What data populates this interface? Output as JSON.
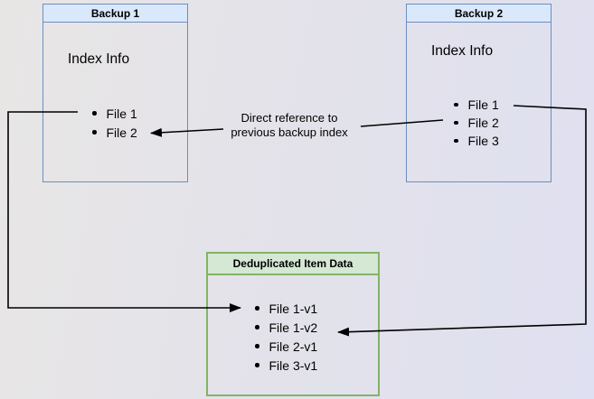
{
  "diagram": {
    "backup1": {
      "title": "Backup 1",
      "subtitle": "Index Info",
      "items": [
        "File 1",
        "File 2"
      ]
    },
    "backup2": {
      "title": "Backup 2",
      "subtitle": "Index Info",
      "items": [
        "File 1",
        "File 2",
        "File 3"
      ]
    },
    "dedup": {
      "title": "Deduplicated Item Data",
      "items": [
        "File 1-v1",
        "File 1-v2",
        "File 2-v1",
        "File 3-v1"
      ]
    },
    "annotation": {
      "line1": "Direct reference to",
      "line2": "previous backup index"
    },
    "connections": [
      {
        "from": "Backup 1 / File 1",
        "to": "Deduplicated Item Data / File 1-v1",
        "label": ""
      },
      {
        "from": "Backup 2 / File 1",
        "to": "Deduplicated Item Data / File 1-v2",
        "label": ""
      },
      {
        "from": "Backup 2 / File 2",
        "to": "Backup 1 / File 2",
        "label": "Direct reference to previous backup index"
      }
    ],
    "colors": {
      "blue_border": "#6c8ebf",
      "blue_fill": "#dae8fc",
      "green_border": "#82b366",
      "green_fill": "#d5e8d4",
      "arrow": "#000000",
      "bg_left": "#e8e6e5",
      "bg_right": "#dfe0f1"
    }
  }
}
